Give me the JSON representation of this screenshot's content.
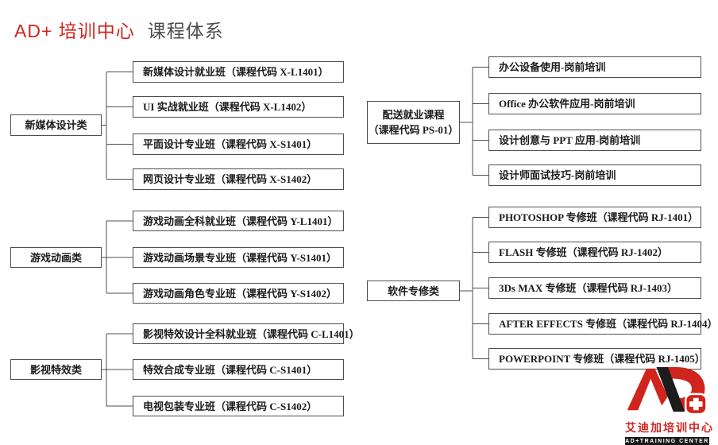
{
  "title": {
    "brand": "AD+ 培训中心",
    "suffix": "课程体系"
  },
  "colors": {
    "accent_red": "#d0241e",
    "subtitle_gray": "#4d4d4d",
    "line": "#4f4f4f",
    "text": "#1b1b1b",
    "logo_black": "#1c1c1c"
  },
  "groups": [
    {
      "name": "new-media-design",
      "parent_lines": [
        "新媒体设计类"
      ],
      "children": [
        "新媒体设计就业班（课程代码 X-L1401）",
        "UI 实战就业班（课程代码 X-L1402）",
        "平面设计专业班（课程代码 X-S1401）",
        "网页设计专业班（课程代码 X-S1402）"
      ]
    },
    {
      "name": "game-animation",
      "parent_lines": [
        "游戏动画类"
      ],
      "children": [
        "游戏动画全科就业班（课程代码 Y-L1401）",
        "游戏动画场景专业班（课程代码 Y-S1401）",
        "游戏动画角色专业班（课程代码 Y-S1402）"
      ]
    },
    {
      "name": "film-tv-effects",
      "parent_lines": [
        "影视特效类"
      ],
      "children": [
        "影视特效设计全科就业班（课程代码 C-L1401）",
        "特效合成专业班（课程代码 C-S1401）",
        "电视包装专业班（课程代码 C-S1402）"
      ]
    },
    {
      "name": "delivery-employment-courses",
      "parent_lines": [
        "配送就业课程",
        "（课程代码 PS-01）"
      ],
      "children": [
        "办公设备使用-岗前培训",
        "Office 办公软件应用-岗前培训",
        "设计创意与 PPT 应用-岗前培训",
        "设计师面试技巧-岗前培训"
      ]
    },
    {
      "name": "software-specialized",
      "parent_lines": [
        "软件专修类"
      ],
      "children": [
        "PHOTOSHOP 专修班（课程代码 RJ-1401）",
        "FLASH 专修班（课程代码 RJ-1402）",
        "3Ds MAX 专修班（课程代码 RJ-1403）",
        "AFTER EFFECTS 专修班（课程代码 RJ-1404）",
        "POWERPOINT 专修班（课程代码 RJ-1405）"
      ]
    }
  ],
  "logo": {
    "cn": "艾迪加培训中心",
    "en": "AD+TRAINING CENTER"
  }
}
